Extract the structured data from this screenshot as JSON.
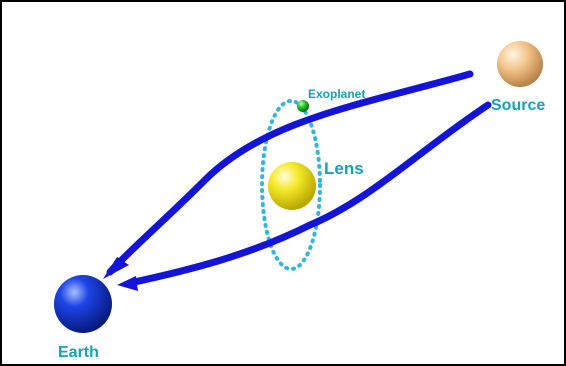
{
  "labels": {
    "exoplanet": "Exoplanet",
    "source": "Source",
    "lens": "Lens",
    "earth": "Earth"
  },
  "colors": {
    "background": "#ffffff",
    "border": "#000000",
    "ray": "#1414d8",
    "label": "#1a9fb8",
    "orbit": "#33b5dd",
    "exoplanet": "#22c02a",
    "lens": "#f0e020",
    "source": "#f0c48a",
    "earth": "#1a3cd6"
  }
}
